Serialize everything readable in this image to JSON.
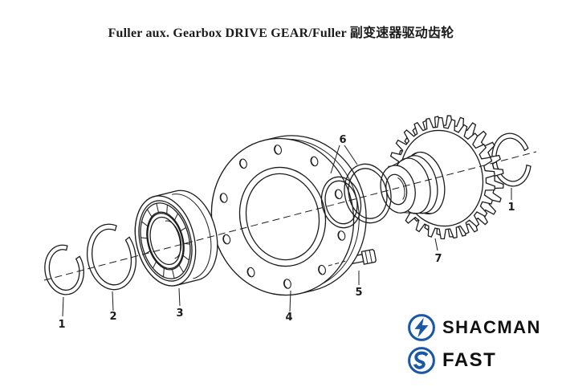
{
  "colors": {
    "ink": "#1c1c1c",
    "background": "#ffffff",
    "brand_blue": "#1a57a5",
    "brand_text": "#101010"
  },
  "title": "Fuller aux. Gearbox DRIVE GEAR/Fuller 副变速器驱动齿轮",
  "diagram": {
    "callouts": [
      {
        "id": "circlip-left",
        "label": "1"
      },
      {
        "id": "snap-ring",
        "label": "2"
      },
      {
        "id": "bearing",
        "label": "3"
      },
      {
        "id": "bearing-cover",
        "label": "4"
      },
      {
        "id": "bolt",
        "label": "5"
      },
      {
        "id": "seal-rings",
        "label": "6"
      },
      {
        "id": "drive-gear",
        "label": "7"
      },
      {
        "id": "circlip-right",
        "label": "1"
      }
    ]
  },
  "branding": {
    "shacman": {
      "label": "SHACMAN"
    },
    "fast": {
      "label": "FAST"
    }
  }
}
